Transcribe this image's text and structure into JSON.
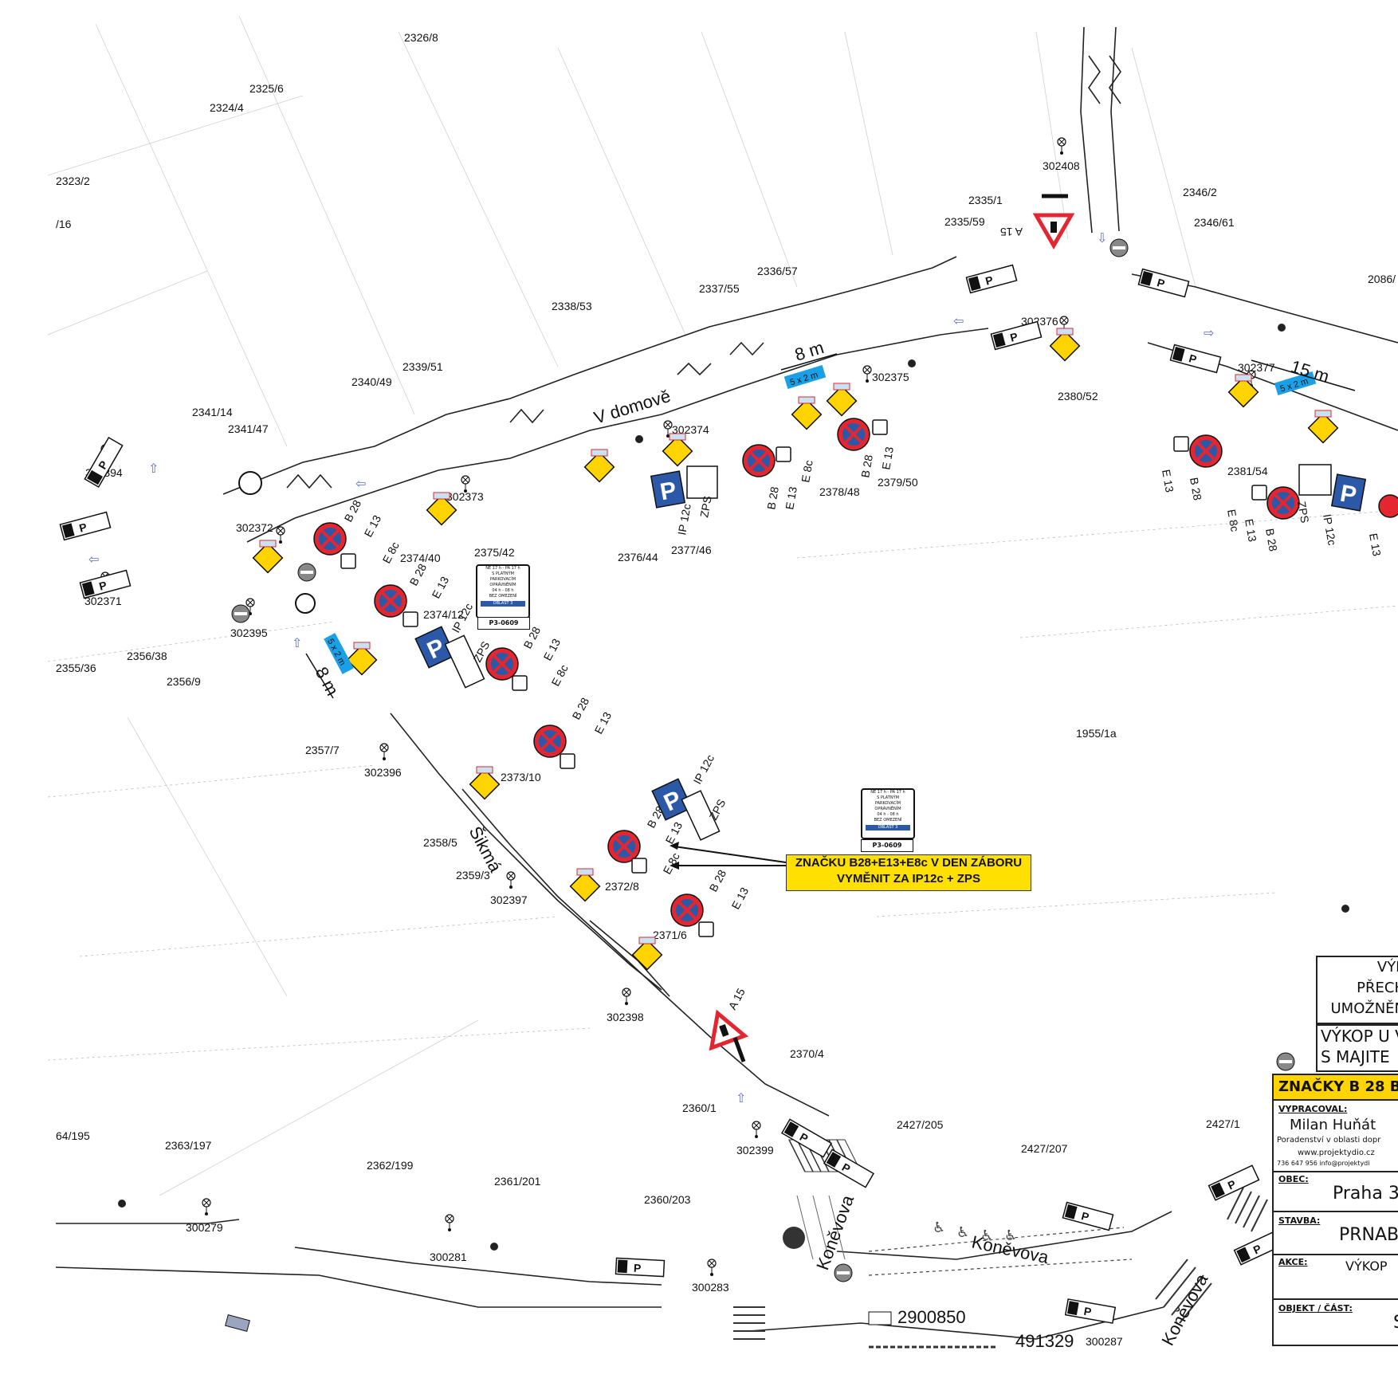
{
  "parcels": [
    "2326/8",
    "2325/6",
    "2324/4",
    "2323/2",
    "/16",
    "2335/1",
    "2335/59",
    "2346/2",
    "2346/61",
    "2086/",
    "2336/57",
    "2337/55",
    "2338/53",
    "2339/51",
    "2340/49",
    "2341/14",
    "2341/47",
    "2380/52",
    "2374/40",
    "2375/42",
    "2374/12",
    "2376/44",
    "2377/46",
    "2378/48",
    "2379/50",
    "2381/54",
    "2356/38",
    "2355/36",
    "2356/9",
    "2357/7",
    "1955/1a",
    "2373/10",
    "2358/5",
    "2359/3",
    "2372/8",
    "2371/6",
    "2370/4",
    "2360/1",
    "2427/205",
    "2427/207",
    "2427/1",
    "64/195",
    "2363/197",
    "2362/199",
    "2361/201",
    "2360/203"
  ],
  "manholes": [
    "302408",
    "302376",
    "302375",
    "302377",
    "302374",
    "302373",
    "302394",
    "302372",
    "302371",
    "302395",
    "302396",
    "302397",
    "302398",
    "302399",
    "300279",
    "300281",
    "300283",
    "300287",
    "2900850",
    "491329"
  ],
  "streets": [
    "V domově",
    "Šikmá",
    "Koněvova",
    "Koněvova",
    "Koněvova"
  ],
  "sign_codes": {
    "a15": "A 15",
    "b28": "B 28",
    "e13": "E 13",
    "e8c": "E 8c",
    "ip12c": "IP 12c",
    "zps": "ZPS"
  },
  "dims": {
    "eight_m": "8 m",
    "fifteen_m": "15 m",
    "zabor": "5 x 2 m"
  },
  "plate_sign": {
    "lines": [
      "NE 17 h - PÁ 17 h",
      "S PLATNÝM",
      "PARKOVACÍM",
      "OPRÁVNĚNÍM",
      "04 h - 08 h",
      "BEZ OMEZENÍ"
    ],
    "band": "OBLAST 3",
    "code": "P3-0609"
  },
  "callout": {
    "line1": "ZNAČKU B28+E13+E8c V DEN ZÁBORU",
    "line2": "VYMĚNIT ZA IP12c + ZPS"
  },
  "title_block": {
    "note1_lines": [
      "VÝK",
      "PŘECH",
      "UMOŽNĚN"
    ],
    "note2_lines": [
      "VÝKOP U V",
      "S MAJITE"
    ],
    "yellow": "ZNAČKY  B 28  BU",
    "vypracoval_key": "VYPRACOVAL:",
    "author": "Milan Huňát",
    "author_sub": "Poradenství v oblasti dopr",
    "web": "www.projektydio.cz",
    "contact": "736 647 956   info@projektydi",
    "obec_key": "OBEC:",
    "obec": "Praha 3",
    "stavba_key": "STAVBA:",
    "stavba": "PRNAB",
    "akce_key": "AKCE:",
    "akce": "VÝKOP",
    "objekt_key": "OBJEKT / ČÁST:",
    "objekt": "S"
  },
  "colors": {
    "sign_red": "#e3262f",
    "sign_blue": "#2c58a8",
    "zabor_blue": "#1aa0e6",
    "callout_yellow": "#ffe000",
    "lamp_yellow": "#ffd400"
  },
  "icons": [
    "no-stopping-sign-icon",
    "warning-triangle-sign-icon",
    "parking-sign-icon",
    "manhole-icon",
    "beacon-lamp-icon",
    "one-way-arrow-icon",
    "no-entry-sign-icon",
    "pedestrian-crossing-icon",
    "wheelchair-icon"
  ]
}
